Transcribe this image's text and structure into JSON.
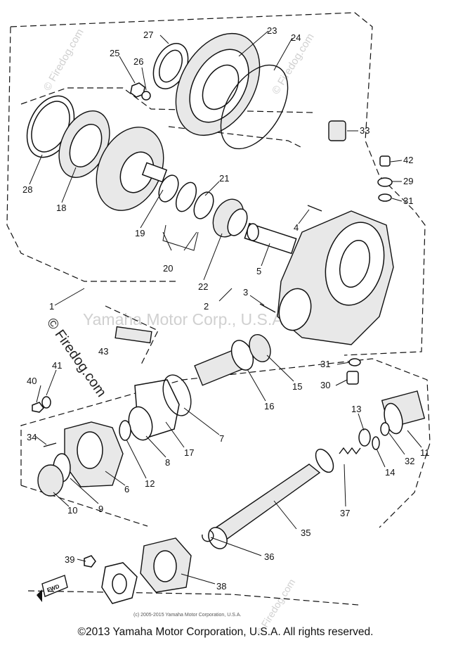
{
  "watermarks": {
    "side_left_top": "© Firedog.com",
    "side_top": "© Firedog.com",
    "center": "Yamaha Motor Corp., U.S.A.",
    "side_left": "© Firedog.com",
    "side_bottom": "© Firedog.com"
  },
  "credit_small": "(c) 2005-2015 Yamaha Motor Corporation, U.S.A.",
  "copyright": "©2013 Yamaha Motor Corporation, U.S.A. All rights reserved.",
  "fwd_label": "FWD",
  "callouts": [
    "1",
    "2",
    "3",
    "4",
    "5",
    "6",
    "7",
    "8",
    "9",
    "10",
    "11",
    "12",
    "13",
    "14",
    "15",
    "16",
    "17",
    "18",
    "19",
    "20",
    "21",
    "22",
    "23",
    "24",
    "25",
    "26",
    "27",
    "28",
    "29",
    "30",
    "31",
    "31",
    "32",
    "33",
    "34",
    "35",
    "36",
    "37",
    "38",
    "39",
    "40",
    "41",
    "42",
    "43"
  ]
}
